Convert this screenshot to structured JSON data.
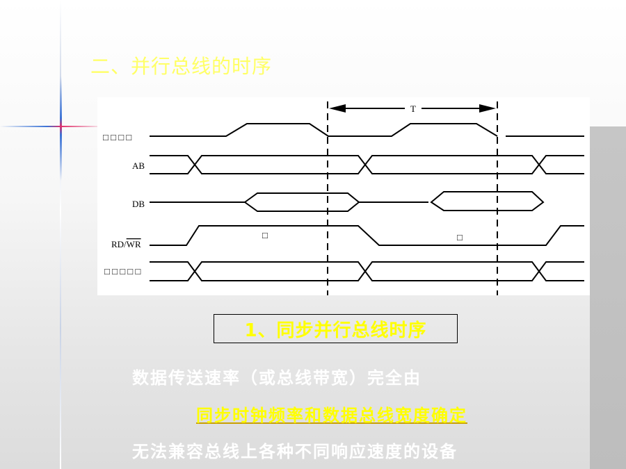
{
  "slide": {
    "title": "二、并行总线的时序",
    "box_title": "1、同步并行总线时序",
    "line1": "数据传送速率（或总线带宽）完全由",
    "line2": "同步时钟频率和数据总线宽度确定",
    "line3": "无法兼容总线上各种不同响应速度的设备"
  },
  "diagram": {
    "period_label": "T",
    "signals": [
      {
        "id": "clk",
        "label": "□ □ □ □"
      },
      {
        "id": "ab",
        "label": "AB"
      },
      {
        "id": "db",
        "label": "DB"
      },
      {
        "id": "rdwr",
        "label_prefix": "RD/",
        "label_overline": "WR"
      },
      {
        "id": "ctrl",
        "label": "□ □ □ □ □"
      }
    ],
    "markers": [
      "□",
      "□"
    ]
  }
}
